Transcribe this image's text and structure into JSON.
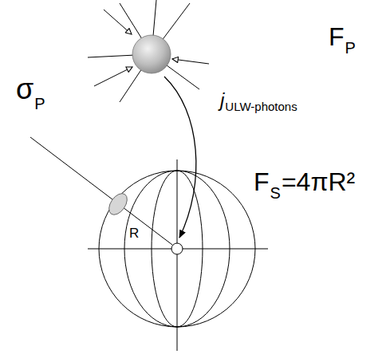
{
  "diagram": {
    "labels": [
      "F",
      "P",
      "j",
      "ULW-photons",
      "σ",
      "P",
      "R",
      "F",
      "S",
      "=4πR²"
    ]
  }
}
